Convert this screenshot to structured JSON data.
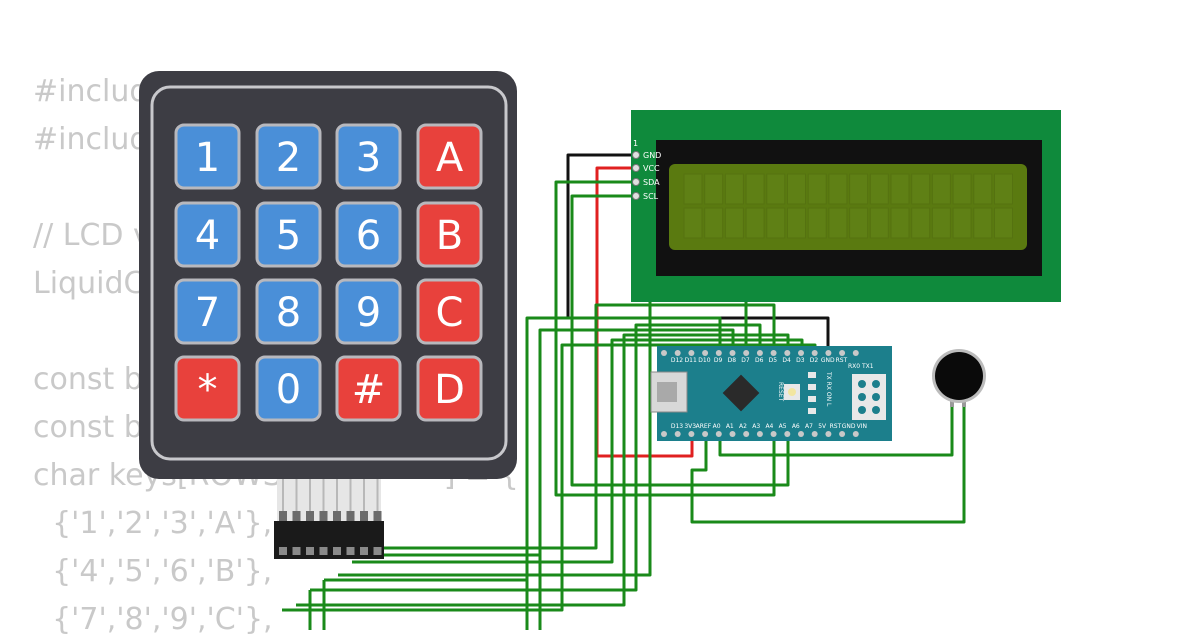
{
  "code_lines": [
    "#includ",
    "#includ",
    "",
    "// LCD v",
    "LiquidC                         );",
    "",
    "const b",
    "const b",
    "char keys[ROWS                 ] = {",
    "  {'1','2','3','A'},",
    "  {'4','5','6','B'},",
    "  {'7','8','9','C'},"
  ],
  "keypad": {
    "rows": [
      [
        {
          "label": "1",
          "color": "blue"
        },
        {
          "label": "2",
          "color": "blue"
        },
        {
          "label": "3",
          "color": "blue"
        },
        {
          "label": "A",
          "color": "red"
        }
      ],
      [
        {
          "label": "4",
          "color": "blue"
        },
        {
          "label": "5",
          "color": "blue"
        },
        {
          "label": "6",
          "color": "blue"
        },
        {
          "label": "B",
          "color": "red"
        }
      ],
      [
        {
          "label": "7",
          "color": "blue"
        },
        {
          "label": "8",
          "color": "blue"
        },
        {
          "label": "9",
          "color": "blue"
        },
        {
          "label": "C",
          "color": "red"
        }
      ],
      [
        {
          "label": "*",
          "color": "red"
        },
        {
          "label": "0",
          "color": "blue"
        },
        {
          "label": "#",
          "color": "red"
        },
        {
          "label": "D",
          "color": "red"
        }
      ]
    ]
  },
  "lcd": {
    "pin_index": "1",
    "pins": [
      "GND",
      "VCC",
      "SDA",
      "SCL"
    ]
  },
  "nano": {
    "top_pins": [
      "D12",
      "D11",
      "D10",
      "D9",
      "D8",
      "D7",
      "D6",
      "D5",
      "D4",
      "D3",
      "D2",
      "GND",
      "RST"
    ],
    "bottom_pins": [
      "D13",
      "3V3",
      "AREF",
      "A0",
      "A1",
      "A2",
      "A3",
      "A4",
      "A5",
      "A6",
      "A7",
      "5V",
      "RST",
      "GND",
      "VIN"
    ],
    "labels": [
      "RX0 TX1",
      "RESET",
      "TX RX ON L"
    ]
  },
  "colors": {
    "wire_green": "#1a8a1a",
    "wire_red": "#e02020",
    "wire_black": "#111111",
    "key_blue": "#4a8fd8",
    "key_red": "#e8413c",
    "lcd_board": "#0f8a3c",
    "lcd_screen": "#5a7a10",
    "nano_board": "#1c7f8c"
  }
}
